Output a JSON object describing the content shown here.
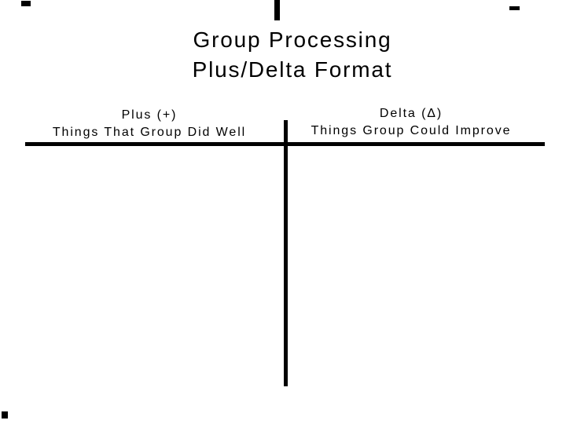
{
  "slide": {
    "title": {
      "line1": "Group Processing",
      "line2": "Plus/Delta Format"
    },
    "columns": {
      "left": {
        "header_line1": "Plus (+)",
        "header_line2": "Things That Group Did Well"
      },
      "right": {
        "header_line1": "Delta (Δ)",
        "header_line2": "Things Group Could Improve"
      }
    },
    "colors": {
      "background": "#ffffff",
      "text": "#000000",
      "rule": "#000000"
    }
  }
}
